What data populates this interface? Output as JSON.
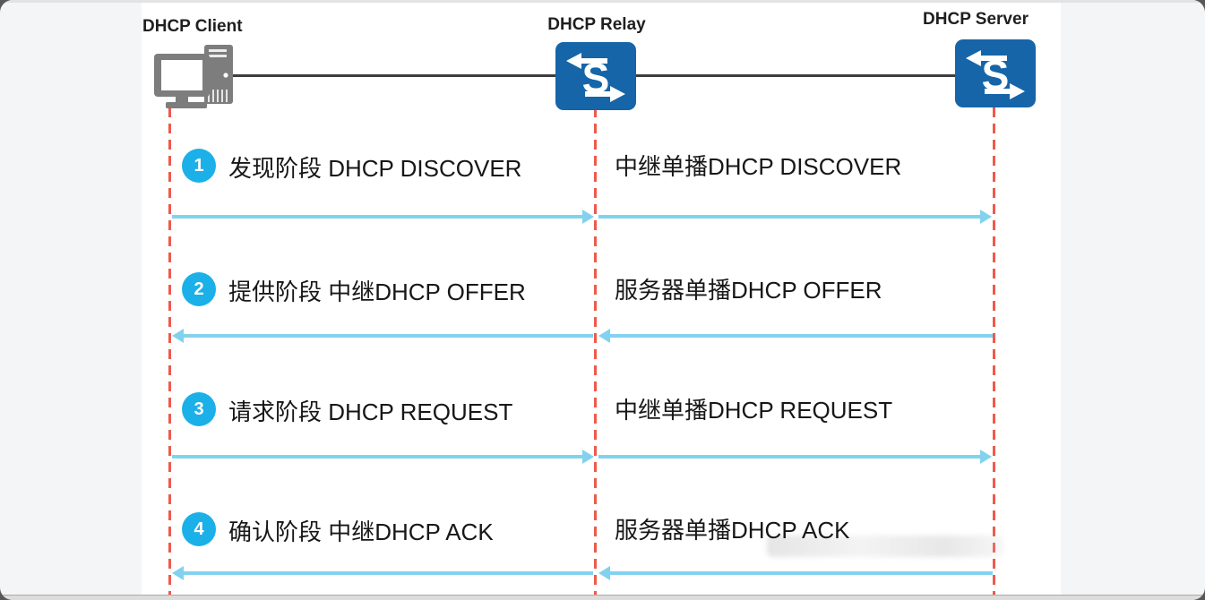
{
  "palette": {
    "badge_cyan": "#1CB0E8",
    "arrow_blue": "#82D2EF",
    "switch_blue": "#1565A8",
    "lifeline_red": "#EE5A4B",
    "device_gray": "#7D7D7D",
    "wire_dark": "#3D3D3D"
  },
  "actors": [
    {
      "id": "client",
      "label": "DHCP Client",
      "icon": "desktop-computer-icon"
    },
    {
      "id": "relay",
      "label": "DHCP Relay",
      "icon": "switch-icon"
    },
    {
      "id": "server",
      "label": "DHCP Server",
      "icon": "switch-icon"
    }
  ],
  "switch_glyph": "S",
  "steps": [
    {
      "num": "1",
      "left": "发现阶段 DHCP DISCOVER",
      "right": "中继单播DHCP DISCOVER",
      "direction": "right"
    },
    {
      "num": "2",
      "left": "提供阶段 中继DHCP OFFER",
      "right": "服务器单播DHCP OFFER",
      "direction": "left"
    },
    {
      "num": "3",
      "left": "请求阶段 DHCP REQUEST",
      "right": "中继单播DHCP REQUEST",
      "direction": "right"
    },
    {
      "num": "4",
      "left": "确认阶段 中继DHCP ACK",
      "right": "服务器单播DHCP ACK",
      "direction": "left"
    }
  ]
}
